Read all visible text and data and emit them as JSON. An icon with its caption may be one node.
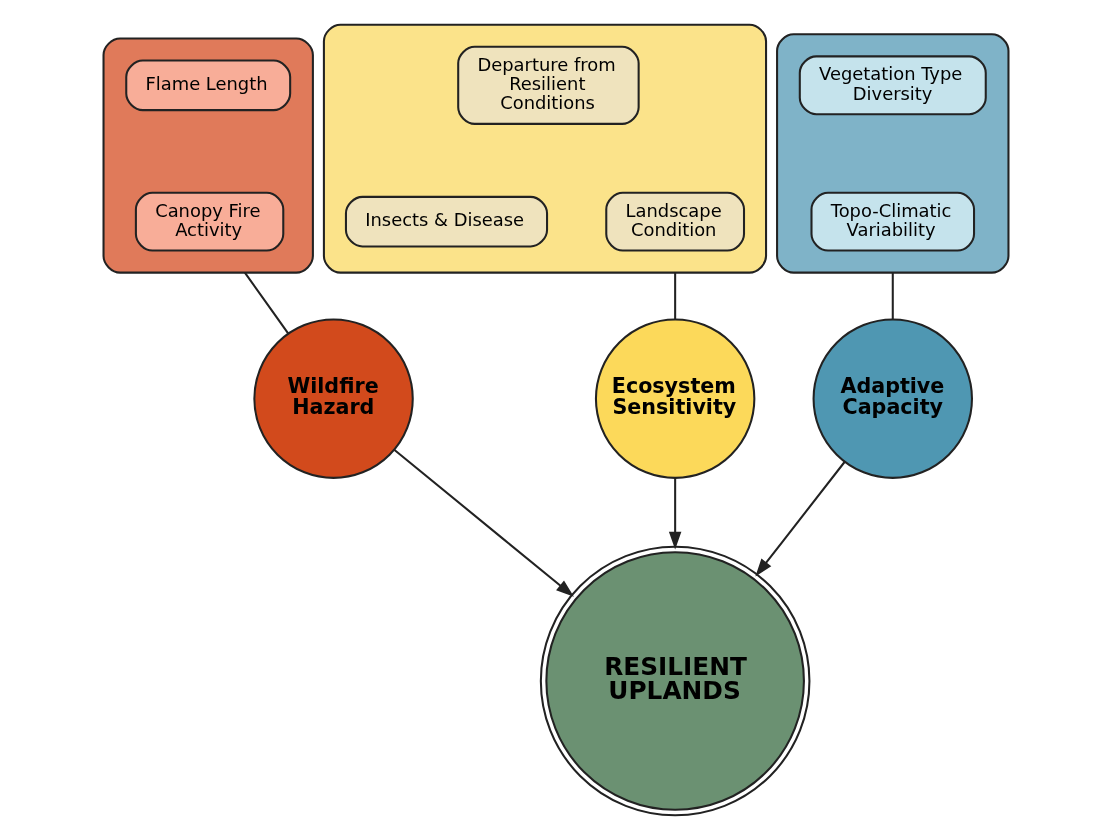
{
  "diagram": {
    "nodes": [
      {
        "text": [],
        "shape": "box"
      },
      {
        "text": [
          "Flame Length"
        ],
        "in": 0
      },
      {
        "text": [
          "Canopy Fire Activity"
        ],
        "in": 0
      },
      {
        "text": [],
        "shape": "box"
      },
      {
        "text": [
          "Departure from Resilient Conditions"
        ],
        "in": 3
      },
      {
        "text": [
          "Insects & Disease"
        ],
        "in": 3
      },
      {
        "text": [
          "Landscape Condition"
        ],
        "in": 3
      },
      {
        "text": [],
        "shape": "box"
      },
      {
        "text": [
          "Vegetation Type Diversity"
        ],
        "in": 7
      },
      {
        "text": [
          "Topo-Climatic Variability"
        ],
        "in": 7
      },
      {
        "text": [
          "Ecosystem Sensitivity"
        ]
      },
      {
        "text": [
          "Wildfire Hazard"
        ]
      },
      {
        "text": [
          "Adaptive Capacity"
        ]
      },
      {
        "text": [
          "RESILIENT UPLANDS"
        ]
      }
    ],
    "edges": [
      {
        "from": 0,
        "to": 11,
        "arrow": "none"
      },
      {
        "from": 3,
        "to": 10,
        "arrow": "none"
      },
      {
        "from": 7,
        "to": 12,
        "arrow": "none"
      },
      {
        "from": 11,
        "to": 13,
        "arrow": "to"
      },
      {
        "from": 10,
        "to": 13,
        "arrow": "to"
      },
      {
        "from": 12,
        "to": 13,
        "arrow": "to"
      }
    ]
  }
}
